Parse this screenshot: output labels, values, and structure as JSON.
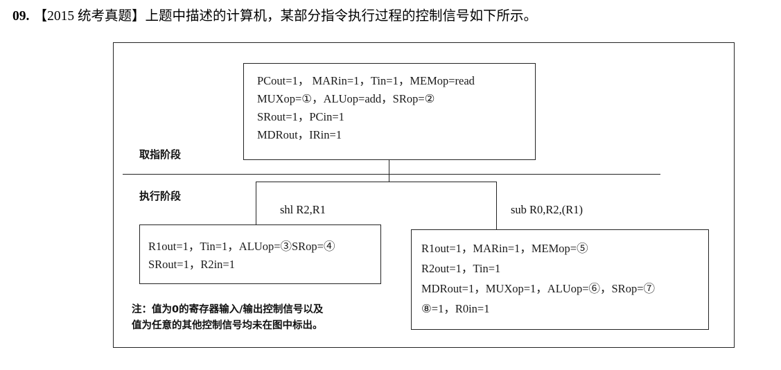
{
  "question": {
    "number": "09.",
    "tag": "【2015 统考真题】",
    "text": "上题中描述的计算机，某部分指令执行过程的控制信号如下所示。"
  },
  "stages": {
    "fetch": "取指阶段",
    "execute": "执行阶段"
  },
  "fetch_box": {
    "lines": [
      "PCout=1，  MARin=1，Tin=1，MEMop=read",
      "MUXop=①，ALUop=add，SRop=②",
      "SRout=1，PCin=1",
      "MDRout，IRin=1"
    ]
  },
  "branches": {
    "left_label": "shl R2,R1",
    "right_label": "sub R0,R2,(R1)"
  },
  "shl_box": {
    "lines": [
      "R1out=1，Tin=1，ALUop=③SRop=④",
      "SRout=1，R2in=1"
    ]
  },
  "sub_box": {
    "lines": [
      "R1out=1，MARin=1，MEMop=⑤",
      "R2out=1，Tin=1",
      "MDRout=1，MUXop=1，ALUop=⑥，SRop=⑦",
      "⑧=1，R0in=1"
    ]
  },
  "note": {
    "lines": [
      "注：值为0的寄存器输入/输出控制信号以及",
      "值为任意的其他控制信号均未在图中标出。"
    ]
  }
}
